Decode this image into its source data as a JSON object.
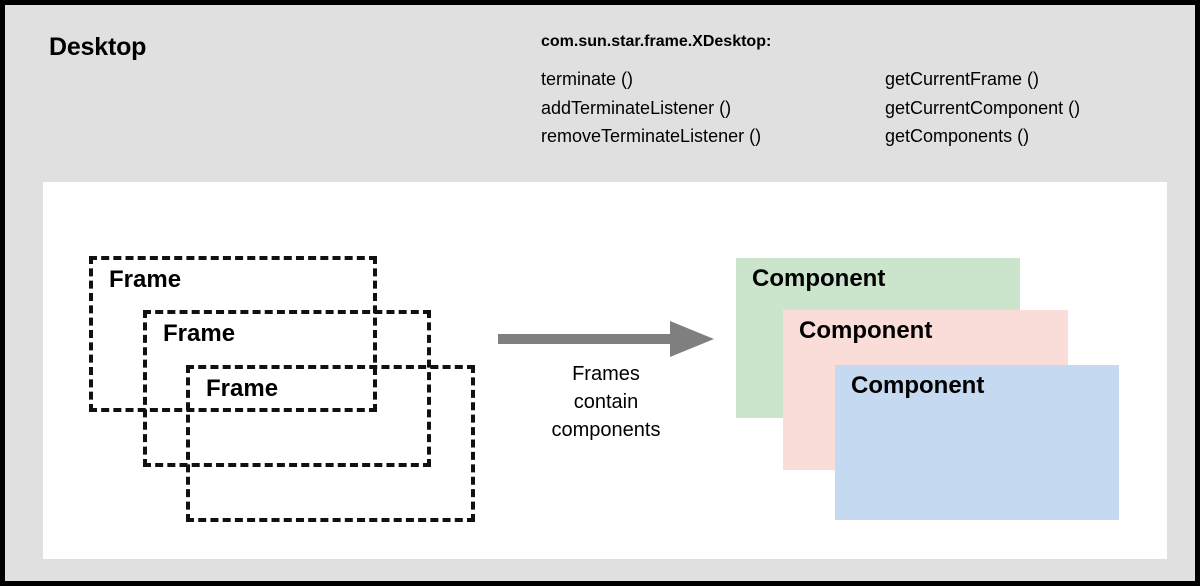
{
  "diagram": {
    "title": "Desktop",
    "background_color": "#e0e0e0",
    "canvas_color": "#ffffff",
    "border_color": "#000000"
  },
  "interface": {
    "name": "com.sun.star.frame.XDesktop:",
    "methods_left": [
      "terminate ()",
      "addTerminateListener ()",
      "removeTerminateListener ()"
    ],
    "methods_right": [
      "getCurrentFrame ()",
      "getCurrentComponent ()",
      "getComponents ()"
    ]
  },
  "frames": [
    {
      "label": "Frame"
    },
    {
      "label": "Frame"
    },
    {
      "label": "Frame"
    }
  ],
  "components": [
    {
      "label": "Component",
      "color": "#cbe5cc"
    },
    {
      "label": "Component",
      "color": "#fadcd8"
    },
    {
      "label": "Component",
      "color": "#c5d9f1"
    }
  ],
  "arrow": {
    "color": "#7f7f7f",
    "caption_lines": [
      "Frames",
      "contain",
      "components"
    ]
  }
}
